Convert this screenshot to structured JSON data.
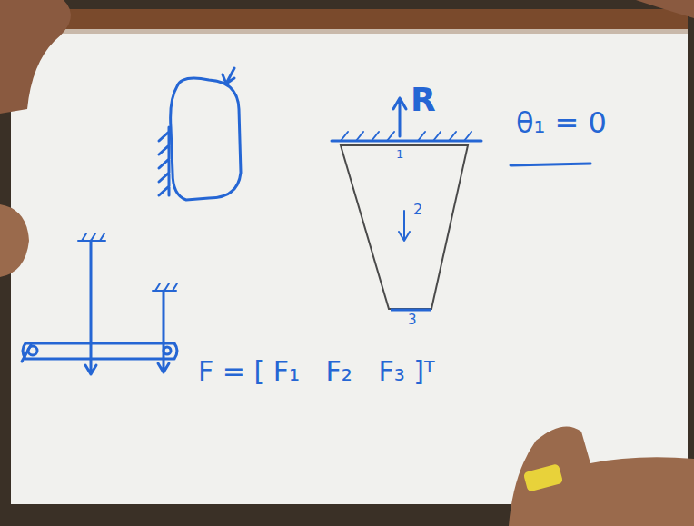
{
  "diagram": {
    "labels": [
      "R",
      "θ₁ = 0",
      "1",
      "2",
      "3",
      "F = [ F₁   F₂   F₃ ]ᵀ"
    ]
  }
}
